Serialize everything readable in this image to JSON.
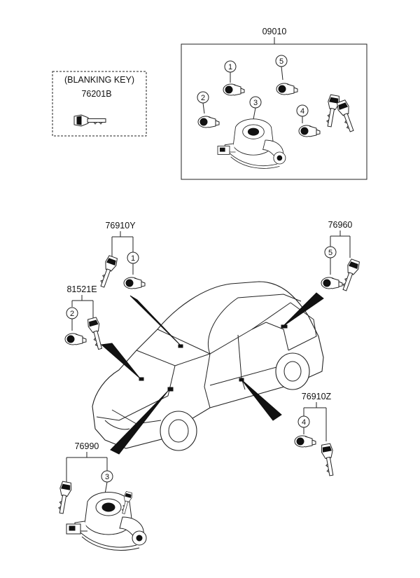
{
  "kit": {
    "part_no": "09010"
  },
  "blanking": {
    "title": "(BLANKING KEY)",
    "part_no": "76201B"
  },
  "groups": {
    "front_door": {
      "part_no": "76910Y",
      "callout": "1"
    },
    "hood": {
      "part_no": "81521E",
      "callout": "2"
    },
    "tailgate": {
      "part_no": "76960",
      "callout": "5"
    },
    "sliding_door": {
      "part_no": "76910Z",
      "callout": "4"
    },
    "ignition": {
      "part_no": "76990",
      "callout": "3"
    }
  },
  "kit_callouts": {
    "c1": "1",
    "c2": "2",
    "c3": "3",
    "c4": "4",
    "c5": "5"
  }
}
